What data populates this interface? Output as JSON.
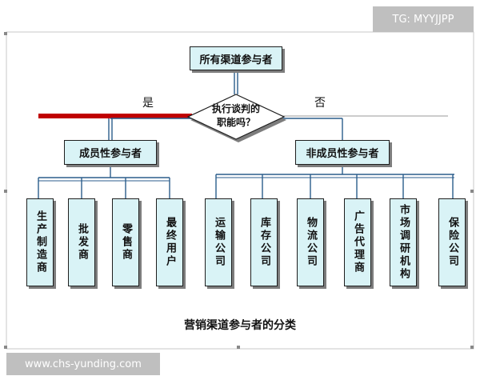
{
  "watermark_top": "TG: MYYJJPP",
  "watermark_bottom": "www.chs-yunding.com",
  "root": {
    "label": "所有渠道参与者"
  },
  "decision": {
    "line1": "执行谈判的",
    "line2": "职能吗？"
  },
  "branches": {
    "yes": "是",
    "no": "否"
  },
  "member": {
    "label": "成员性参与者",
    "children": [
      "生产制造商",
      "批发商",
      "零售商",
      "最终用户"
    ]
  },
  "nonmember": {
    "label": "非成员性参与者",
    "children": [
      "运输公司",
      "库存公司",
      "物流公司",
      "广告代理商",
      "市场调研机构",
      "保险公司"
    ]
  },
  "caption": "营销渠道参与者的分类",
  "colors": {
    "box_fill": "#d9f3f6",
    "connector": "#2b5d8c",
    "red_bar": "#c00000"
  }
}
